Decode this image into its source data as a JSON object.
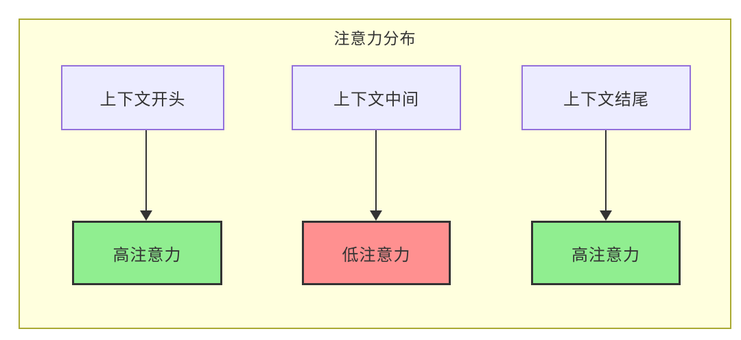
{
  "diagram": {
    "title": "注意力分布",
    "type": "flowchart",
    "columns": [
      {
        "source": "上下文开头",
        "target": "高注意力",
        "level": "high"
      },
      {
        "source": "上下文中间",
        "target": "低注意力",
        "level": "low"
      },
      {
        "source": "上下文结尾",
        "target": "高注意力",
        "level": "high"
      }
    ],
    "colors": {
      "cluster_bg": "#FFFFDE",
      "cluster_border": "#AAAA33",
      "node_bg": "#ECECFF",
      "node_border": "#9370DB",
      "high_bg": "#90EE90",
      "low_bg": "#FF9090",
      "result_border": "#333333",
      "arrow": "#333333",
      "text": "#333333"
    }
  }
}
